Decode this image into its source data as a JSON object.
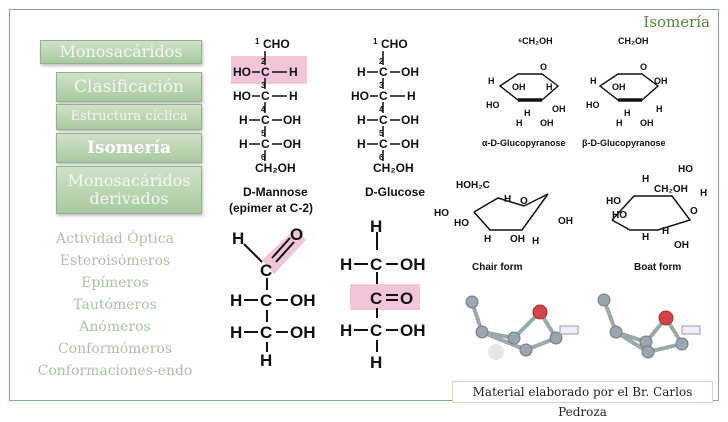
{
  "header": {
    "title": "Isomería"
  },
  "nav": {
    "section": "Monosacáridos",
    "items": [
      {
        "label": "Clasificación"
      },
      {
        "label": "Estructura cíclica"
      },
      {
        "label": "Isomería"
      },
      {
        "label": "Monosacáridos derivados"
      }
    ],
    "subtopics": [
      "Actividad Óptica",
      "Esteroisómeros",
      "Epímeros",
      "Tautómeros",
      "Anómeros",
      "Conformómeros",
      "Conformaciones-endo"
    ]
  },
  "figure": {
    "mannose_caption": "D-Mannose",
    "mannose_note": "(epimer at C-2)",
    "glucose_caption": "D-Glucose",
    "alpha_caption": "α-D-Glucopyranose",
    "beta_caption": "β-D-Glucopyranose",
    "chair_caption": "Chair form",
    "boat_caption": "Boat form"
  },
  "footer": {
    "credit": "Material elaborado por el Br. Carlos Pedroza"
  },
  "colors": {
    "accent": "#8fb48a",
    "highlight": "#f2c6d8",
    "title": "#4a8a3a"
  }
}
